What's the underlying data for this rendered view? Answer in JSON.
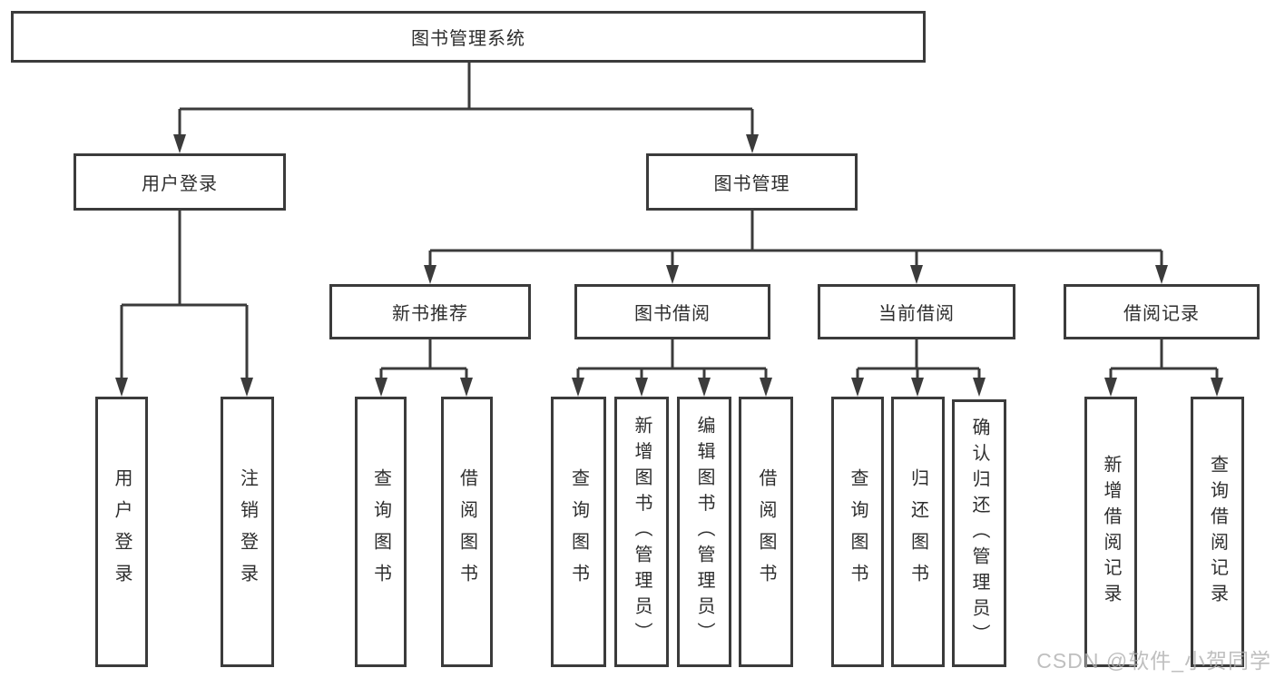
{
  "watermark": "CSDN @软件_小贺同学",
  "colors": {
    "line": "#3b3b3b",
    "box_border": "#3b3b3b",
    "text": "#2e2e2e",
    "background": "#ffffff",
    "watermark": "#afafaf"
  },
  "tree": {
    "root": {
      "label": "图书管理系统",
      "children": [
        {
          "label": "用户登录",
          "children": [
            {
              "label": "用户登录"
            },
            {
              "label": "注销登录"
            }
          ]
        },
        {
          "label": "图书管理",
          "children": [
            {
              "label": "新书推荐",
              "children": [
                {
                  "label": "查询图书"
                },
                {
                  "label": "借阅图书"
                }
              ]
            },
            {
              "label": "图书借阅",
              "children": [
                {
                  "label": "查询图书"
                },
                {
                  "label": "新增图书（管理员）"
                },
                {
                  "label": "编辑图书（管理员）"
                },
                {
                  "label": "借阅图书"
                }
              ]
            },
            {
              "label": "当前借阅",
              "children": [
                {
                  "label": "查询图书"
                },
                {
                  "label": "归还图书"
                },
                {
                  "label": "确认归还（管理员）"
                }
              ]
            },
            {
              "label": "借阅记录",
              "children": [
                {
                  "label": "新增借阅记录"
                },
                {
                  "label": "查询借阅记录"
                }
              ]
            }
          ]
        }
      ]
    }
  }
}
